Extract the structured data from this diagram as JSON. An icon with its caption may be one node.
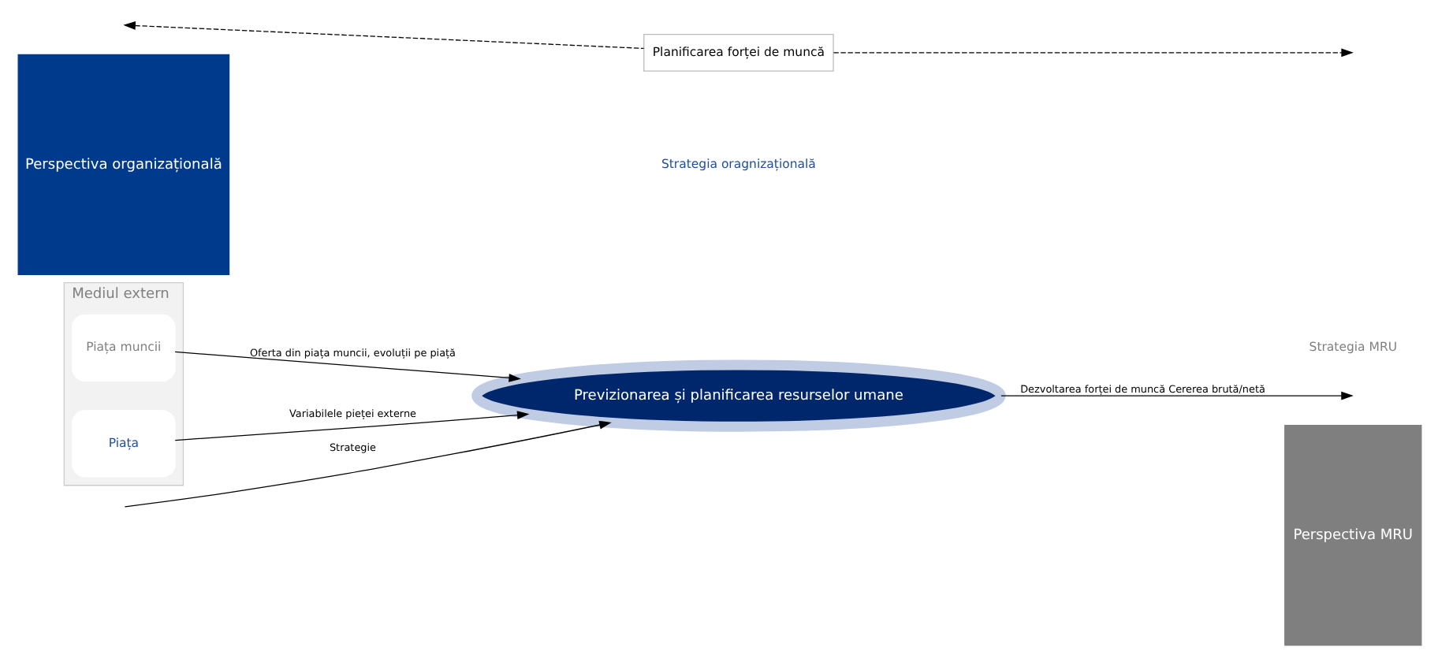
{
  "diagram": {
    "nodes": [
      {
        "text": [
          "Perspectiva organizațională"
        ]
      },
      {
        "text": [
          "Planificarea forței de muncă"
        ]
      },
      {
        "text": [
          "Previzionarea și planificarea resurselor umane"
        ]
      },
      {
        "text": [
          "Mediul extern"
        ]
      },
      {
        "text": [
          "Piața"
        ],
        "in": 3
      },
      {
        "text": [
          "Piața muncii"
        ],
        "in": 3
      },
      {
        "text": [
          "Perspectiva MRU"
        ]
      }
    ],
    "edges": [
      {
        "from": 1,
        "to": null,
        "arrow": "to",
        "style": "dashed"
      },
      {
        "from": 1,
        "to": null,
        "arrow": "to",
        "style": "dashed"
      },
      {
        "from": null,
        "to": 2,
        "arrow": "to",
        "label": "Strategie"
      },
      {
        "from": 2,
        "to": null,
        "arrow": "to",
        "label": "Dezvoltarea forței de muncă Cererea brută/netă"
      },
      {
        "from": 4,
        "to": 2,
        "arrow": "to",
        "label": "Variabilele pieței externe"
      },
      {
        "from": 5,
        "to": 2,
        "arrow": "to",
        "label": "Oferta din piața muncii, evoluții pe piață"
      }
    ],
    "labels": [
      "Strategia oragnizațională",
      "Strategia MRU"
    ]
  }
}
